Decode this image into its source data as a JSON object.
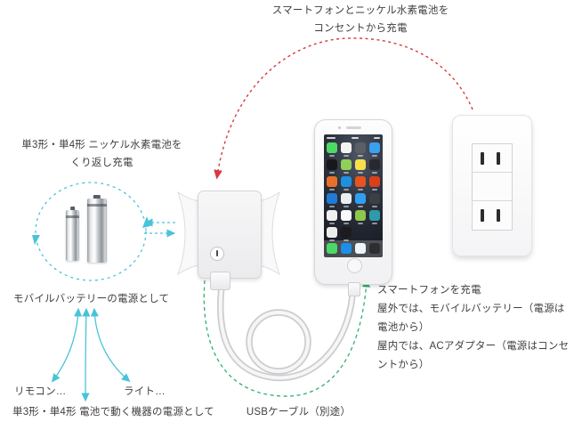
{
  "colors": {
    "cyan": "#49c3d9",
    "red": "#d8393e",
    "green": "#2eb06e",
    "text": "#3f3f41",
    "cable": "#d3d3d6"
  },
  "labels": {
    "top": {
      "line1": "スマートフォンとニッケル水素電池を",
      "line2": "コンセントから充電"
    },
    "batteries": {
      "line1": "単3形・単4形 ニッケル水素電池を",
      "line2": "くり返し充電"
    },
    "mobile_battery": "モバイルバッテリーの電源として",
    "remote": "リモコン…",
    "light": "ライト…",
    "battery_devices": "単3形・単4形 電池で動く機器の電源として",
    "smartphone": {
      "line1": "スマートフォンを充電",
      "line2": "屋外では、モバイルバッテリー（電源は電池から）",
      "line3": "屋内では、ACアダプター（電源はコンセントから）"
    },
    "usb_cable": "USBケーブル（別途）"
  },
  "phone": {
    "grid_icon_colors": [
      [
        "#4cd964",
        "#f4f4f2",
        "#5a5f64",
        "#3aa0f0"
      ],
      [
        "#17181a",
        "#8fd158",
        "#f7e04a",
        "#26292e"
      ],
      [
        "#e8702a",
        "#1f8fe0",
        "#e8541e",
        "#d8401a"
      ],
      [
        "#1f7bd4",
        "#e9eef2",
        "#2f9ff0",
        "#3c4043"
      ],
      [
        "#f2f0ee",
        "#f9f9f9",
        "#8fc74a",
        "#2f9aa8"
      ],
      [
        "#ececec",
        "#1c1c1e"
      ]
    ],
    "dock_icon_colors": [
      "#4cd964",
      "#1d8fe8",
      "#eef4f8",
      "#2e2e30"
    ]
  }
}
